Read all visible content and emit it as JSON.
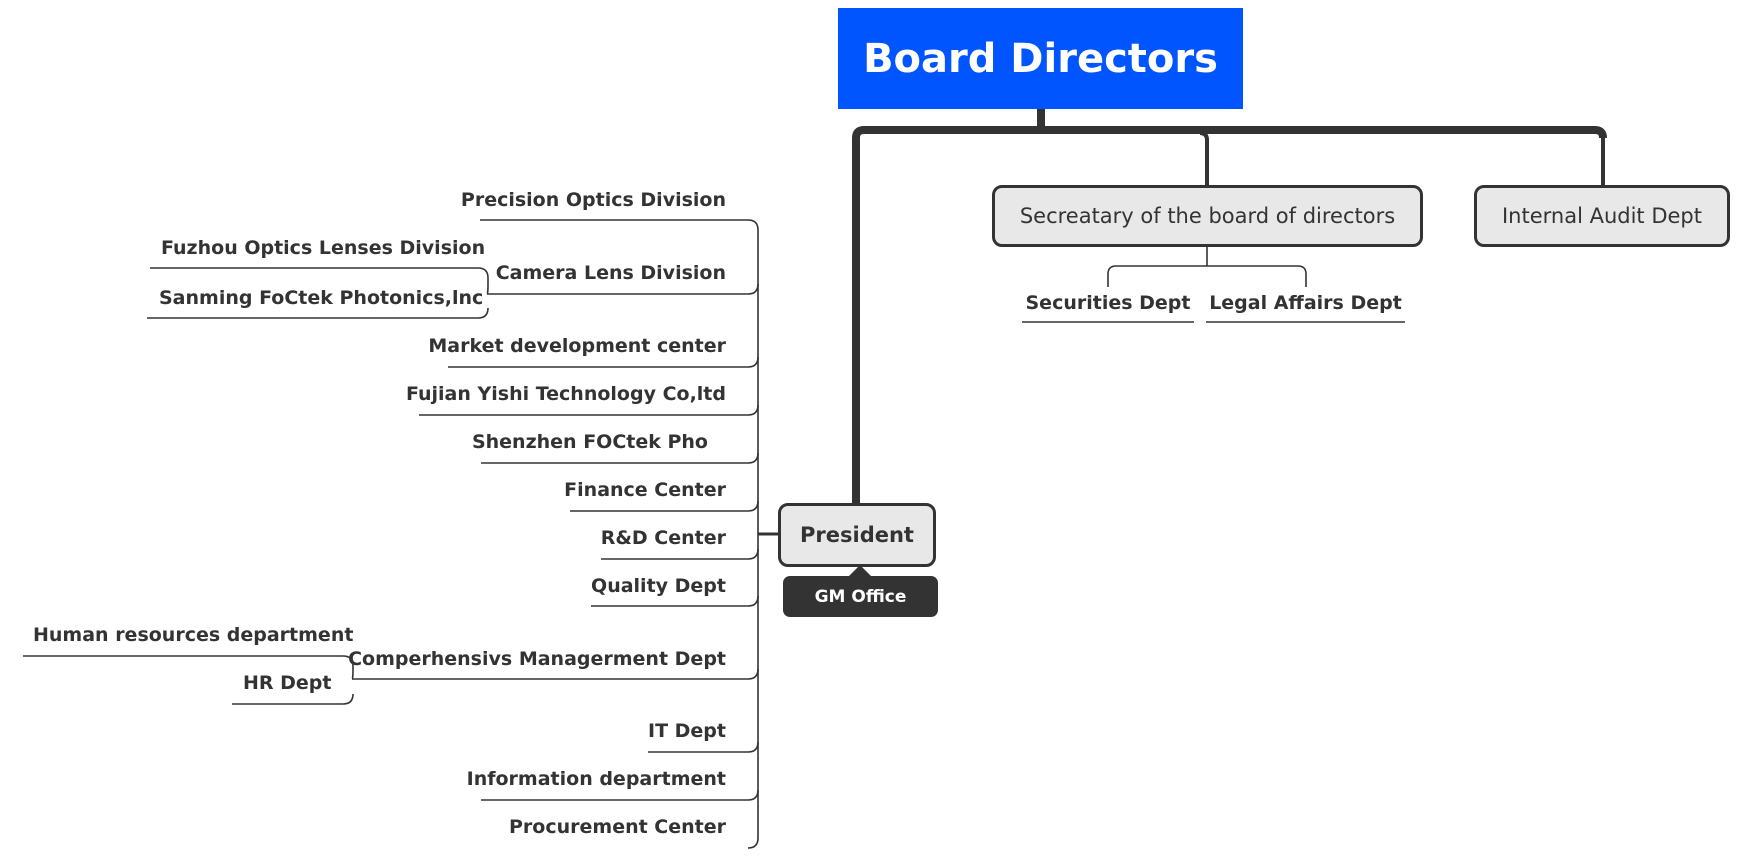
{
  "root": {
    "label": "Board Directors"
  },
  "board_children": [
    {
      "label": "Secreatary of the board of directors",
      "children": [
        {
          "label": "Securities Dept"
        },
        {
          "label": "Legal Affairs Dept"
        }
      ]
    },
    {
      "label": "Internal Audit Dept"
    }
  ],
  "president": {
    "label": "President",
    "callout": "GM Office",
    "children": [
      {
        "label": "Precision Optics Division"
      },
      {
        "label": "Camera Lens Division",
        "children": [
          {
            "label": "Fuzhou Optics Lenses Division"
          },
          {
            "label": "Sanming FoCtek Photonics,lnc"
          }
        ]
      },
      {
        "label": "Market development center"
      },
      {
        "label": "Fujian Yishi Technology Co,ltd"
      },
      {
        "label": "Shenzhen FOCtek Pho"
      },
      {
        "label": "Finance Center"
      },
      {
        "label": "R&D Center"
      },
      {
        "label": "Quality Dept"
      },
      {
        "label": "Comperhensivs Managerment Dept",
        "children": [
          {
            "label": "Human resources department"
          },
          {
            "label": "HR Dept"
          }
        ]
      },
      {
        "label": "IT Dept"
      },
      {
        "label": "Information department"
      },
      {
        "label": "Procurement Center"
      }
    ]
  },
  "colors": {
    "root_fill": "#0055ff",
    "topic_fill": "#e8e8e8",
    "line": "#333333",
    "callout_fill": "#333333"
  }
}
